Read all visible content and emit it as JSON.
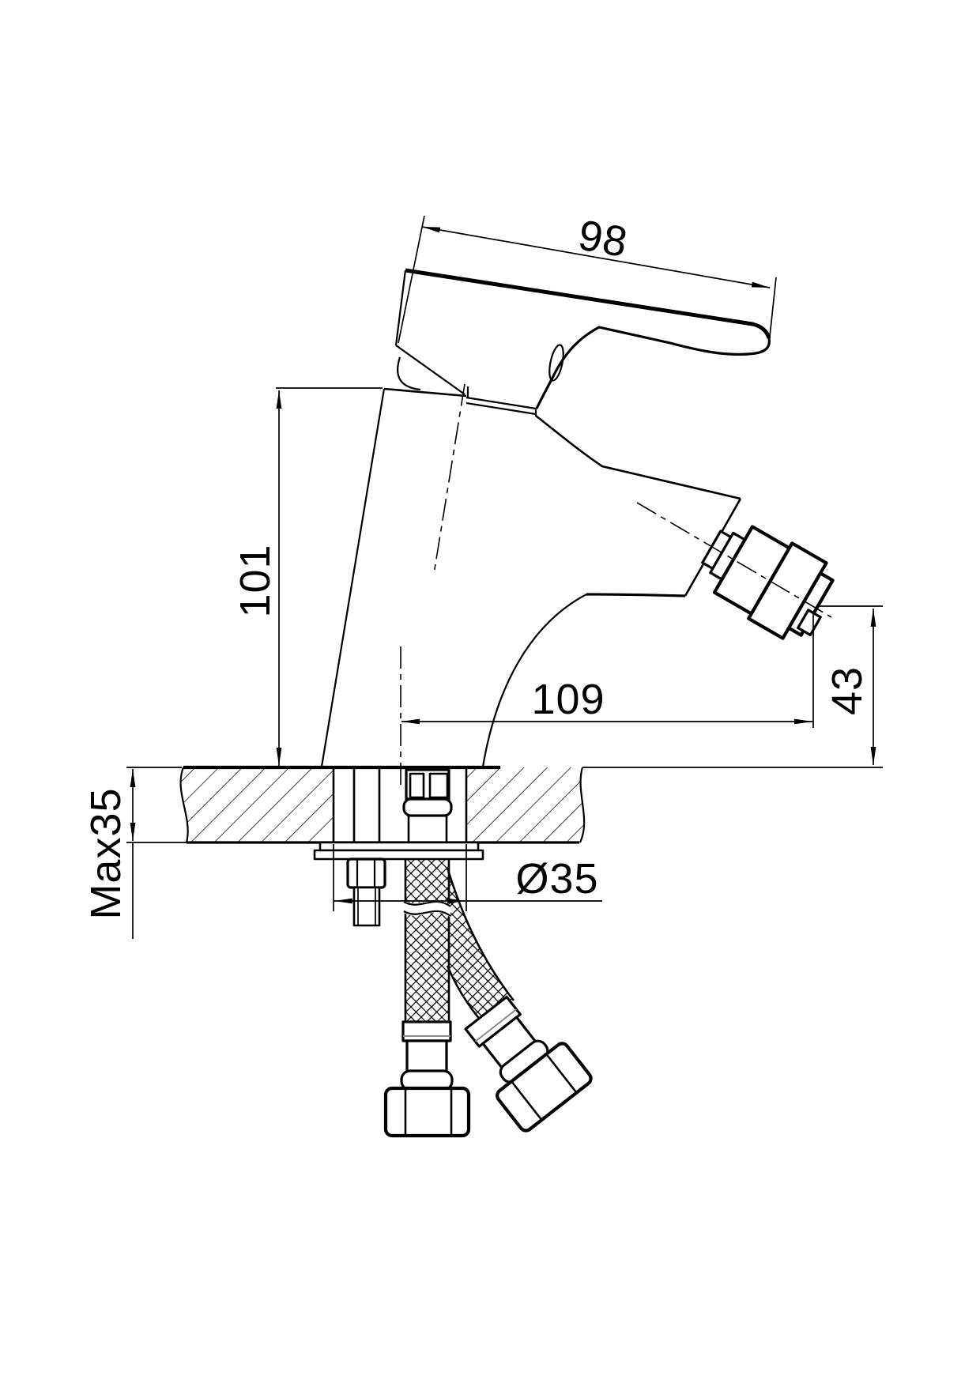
{
  "drawing": {
    "title": "bidet-mixer-technical-drawing",
    "view": "side-section-installation",
    "background_color": "#ffffff",
    "line_color": "#000000",
    "units": "mm",
    "dimensions": {
      "handle_length": {
        "label": "98",
        "value": 98,
        "orientation": "aligned-10deg",
        "measures": "lever handle length"
      },
      "body_height": {
        "label": "101",
        "value": 101,
        "orientation": "vertical",
        "measures": "height from deck to top of body"
      },
      "spout_reach": {
        "label": "109",
        "value": 109,
        "orientation": "horizontal",
        "measures": "center axis to spout outlet"
      },
      "outlet_height": {
        "label": "43",
        "value": 43,
        "orientation": "vertical",
        "measures": "spout outlet height above deck"
      },
      "deck_thickness": {
        "label": "Max35",
        "value": 35,
        "orientation": "vertical-rotated",
        "measures": "maximum mounting deck thickness"
      },
      "hole_diameter": {
        "label": "Ø35",
        "value": 35,
        "orientation": "horizontal",
        "measures": "mounting hole diameter"
      }
    },
    "components": [
      "lever-handle",
      "body-column",
      "spout-horn",
      "aerator-outlet",
      "mounting-deck-section",
      "threaded-stud",
      "mounting-nut",
      "horseshoe-flange",
      "braided-hose-vertical",
      "braided-hose-angled",
      "hose-hex-nut-left",
      "hose-hex-nut-right"
    ]
  }
}
